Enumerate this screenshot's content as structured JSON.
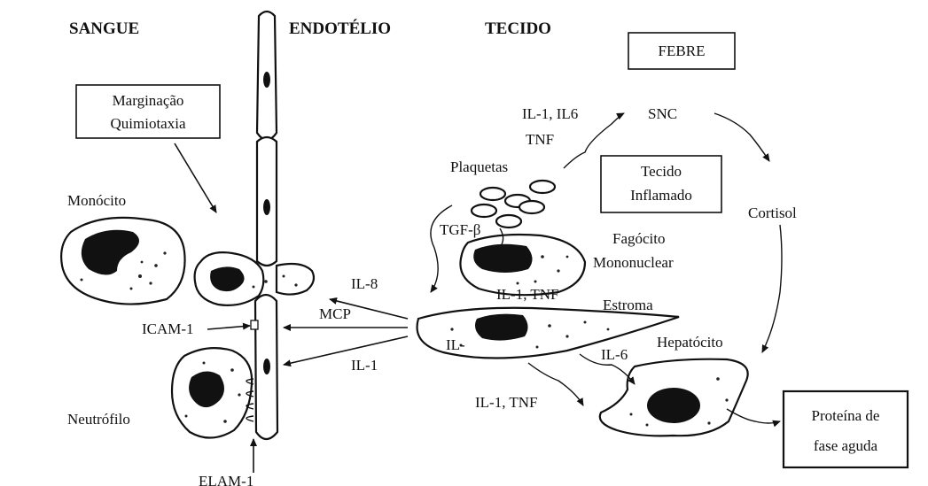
{
  "headers": {
    "blood": "SANGUE",
    "endothelium": "ENDOTÉLIO",
    "tissue": "TECIDO"
  },
  "boxes": {
    "margination_line1": "Marginação",
    "margination_line2": "Quimiotaxia",
    "fever": "FEBRE",
    "inflamed_line1": "Tecido",
    "inflamed_line2": "Inflamado",
    "acute_phase_line1": "Proteína de",
    "acute_phase_line2": "fase aguda"
  },
  "cells": {
    "monocyte": "Monócito",
    "neutrophil": "Neutrófilo",
    "platelets": "Plaquetas",
    "phagocyte_line1": "Fagócito",
    "phagocyte_line2": "Mononuclear",
    "stroma": "Estroma",
    "hepatocyte": "Hepatócito",
    "cns": "SNC",
    "cortisol": "Cortisol"
  },
  "molecules": {
    "icam": "ICAM-1",
    "elam": "ELAM-1",
    "il8": "IL-8",
    "mcp": "MCP",
    "il1": "IL-1",
    "il1_il6": "IL-1,  IL6",
    "tnf": "TNF",
    "tgf_beta": "TGF-β",
    "il1_tnf_upper": "IL-1, TNF",
    "il6": "IL-6",
    "il1_tnf_lower": "IL-1,  TNF",
    "il_fragment": "IL-"
  }
}
